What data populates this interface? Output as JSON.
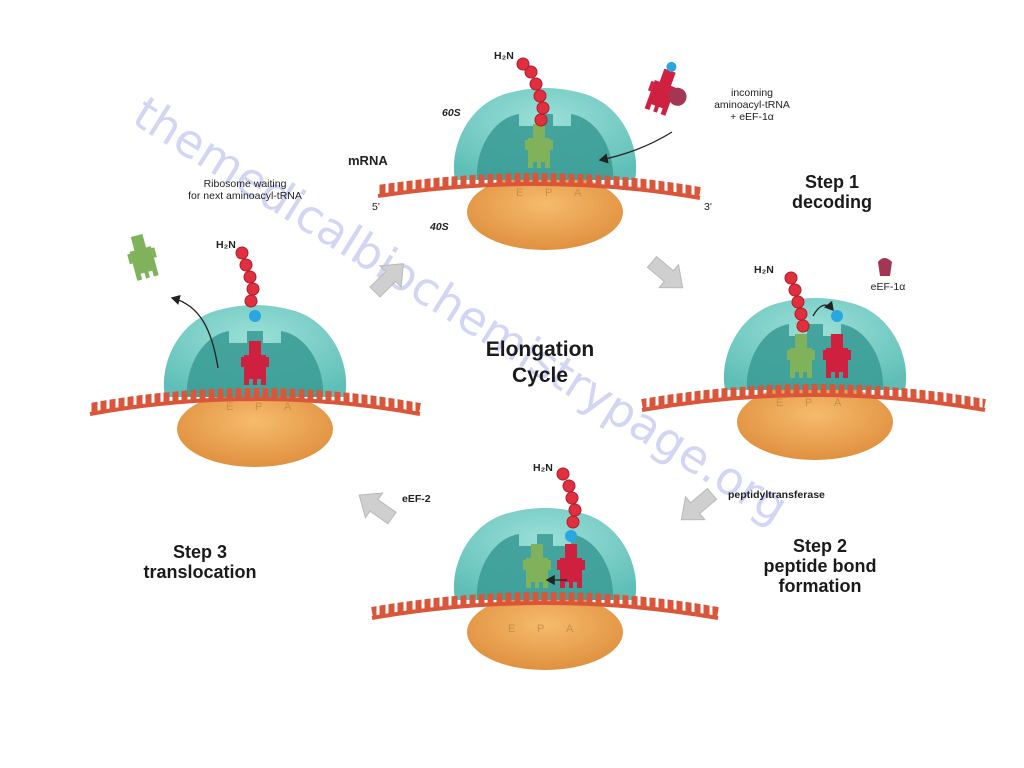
{
  "center": {
    "line1": "Elongation",
    "line2": "Cycle"
  },
  "steps": [
    {
      "line1": "Step 1",
      "line2": "decoding"
    },
    {
      "line1": "Step 2",
      "line2": "peptide bond",
      "line3": "formation"
    },
    {
      "line1": "Step 3",
      "line2": "translocation"
    }
  ],
  "labels": {
    "subunit_large": "60S",
    "subunit_small": "40S",
    "mrna": "mRNA",
    "five_prime": "5'",
    "three_prime": "3'",
    "amino_terminus": "H₂N",
    "incoming_line1": "incoming",
    "incoming_line2": "aminoacyl-tRNA",
    "incoming_line3": "+ eEF-1α",
    "eef1a": "eEF-1α",
    "peptidyltransferase": "peptidyltransferase",
    "eef2": "eEF-2",
    "waiting_line1": "Ribosome waiting",
    "waiting_line2": "for next aminoacyl-tRNA",
    "site_e": "E",
    "site_p": "P",
    "site_a": "A"
  },
  "watermark": "themedicalbiochemistrypage.org",
  "colors": {
    "large_subunit": "#7ccfc7",
    "large_subunit_inner": "#3c9d97",
    "small_subunit": "#eba14e",
    "mrna": "#d9563a",
    "trna_green": "#7fb25a",
    "trna_red": "#d0203f",
    "amino_acid": "#e0303f",
    "new_amino_acid": "#2aa7e0",
    "ef1a": "#a33555",
    "arrow": "#c9c9c9"
  }
}
